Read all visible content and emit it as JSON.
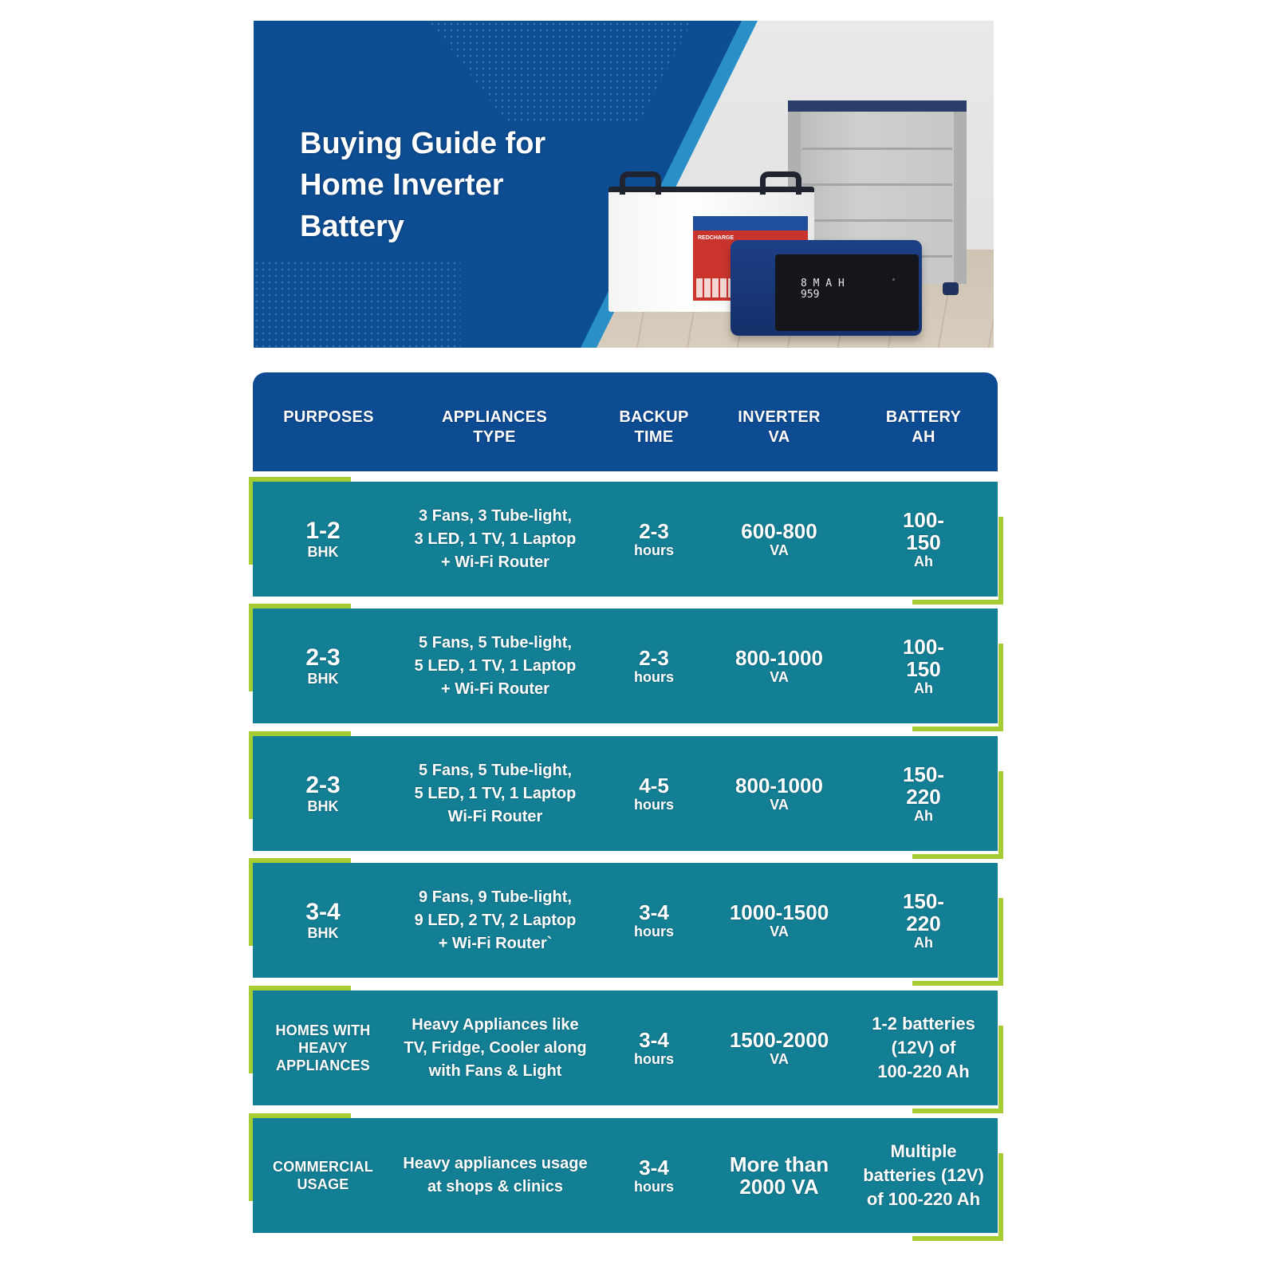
{
  "banner": {
    "title_lines": [
      "Buying Guide for",
      "Home Inverter",
      "Battery"
    ],
    "colors": {
      "blue": "#0d4d93",
      "stripe": "#2a8fc7",
      "wall": "#e5e5e5",
      "floor": "#d6cbbb"
    },
    "illustration": {
      "battery_label": "REDCHARGE",
      "inverter_display": [
        "8 M A H",
        "959"
      ]
    }
  },
  "table": {
    "colors": {
      "header_bg": "#0d4b93",
      "row_bg": "#137f95",
      "accent": "#a6cc34"
    },
    "headers": [
      "PURPOSES",
      "APPLIANCES\nTYPE",
      "BACKUP\nTIME",
      "INVERTER\nVA",
      "BATTERY\nAH"
    ],
    "rows": [
      {
        "purpose": {
          "value": "1-2",
          "unit": "BHK"
        },
        "appliances": "3 Fans, 3 Tube-light,\n3 LED, 1 TV, 1 Laptop\n+ Wi-Fi Router",
        "backup": {
          "value": "2-3",
          "unit": "hours"
        },
        "inverter": {
          "value": "600-800",
          "unit": "VA"
        },
        "battery": {
          "value": "100-150",
          "unit": "Ah"
        }
      },
      {
        "purpose": {
          "value": "2-3",
          "unit": "BHK"
        },
        "appliances": "5 Fans, 5 Tube-light,\n5 LED, 1 TV, 1 Laptop\n+ Wi-Fi Router",
        "backup": {
          "value": "2-3",
          "unit": "hours"
        },
        "inverter": {
          "value": "800-1000",
          "unit": "VA"
        },
        "battery": {
          "value": "100-150",
          "unit": "Ah"
        }
      },
      {
        "purpose": {
          "value": "2-3",
          "unit": "BHK"
        },
        "appliances": "5 Fans, 5 Tube-light,\n5 LED, 1 TV, 1 Laptop\nWi-Fi Router",
        "backup": {
          "value": "4-5",
          "unit": "hours"
        },
        "inverter": {
          "value": "800-1000",
          "unit": "VA"
        },
        "battery": {
          "value": "150-220",
          "unit": "Ah"
        }
      },
      {
        "purpose": {
          "value": "3-4",
          "unit": "BHK"
        },
        "appliances": "9 Fans, 9 Tube-light,\n9 LED, 2 TV, 2 Laptop\n+ Wi-Fi Router`",
        "backup": {
          "value": "3-4",
          "unit": "hours"
        },
        "inverter": {
          "value": "1000-1500",
          "unit": "VA"
        },
        "battery": {
          "value": "150-220",
          "unit": "Ah"
        }
      },
      {
        "purpose": {
          "text": "HOMES WITH\nHEAVY\nAPPLIANCES"
        },
        "appliances": "Heavy Appliances like\nTV, Fridge, Cooler along\nwith Fans & Light",
        "backup": {
          "value": "3-4",
          "unit": "hours"
        },
        "inverter": {
          "value": "1500-2000",
          "unit": "VA"
        },
        "battery": {
          "text": "1-2 batteries\n(12V) of\n100-220 Ah"
        }
      },
      {
        "purpose": {
          "text": "COMMERCIAL\nUSAGE"
        },
        "appliances": "Heavy appliances usage\nat shops & clinics",
        "backup": {
          "value": "3-4",
          "unit": "hours"
        },
        "inverter": {
          "text": "More than\n2000 VA"
        },
        "battery": {
          "text": "Multiple\nbatteries (12V)\nof 100-220 Ah"
        }
      }
    ]
  }
}
